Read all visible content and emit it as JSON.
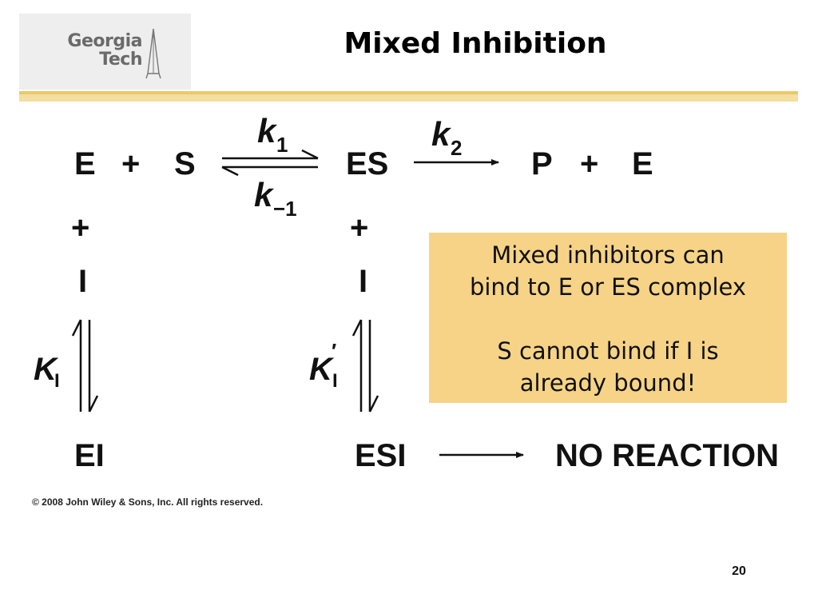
{
  "header": {
    "logo_line1": "Georgia",
    "logo_line2": "Tech",
    "title": "Mixed Inhibition"
  },
  "reaction": {
    "row1": {
      "e": "E",
      "plus1": "+",
      "s": "S",
      "es": "ES",
      "p": "P",
      "plus2": "+",
      "e2": "E"
    },
    "k1": {
      "base": "k",
      "sub": "1"
    },
    "k_minus1": {
      "base": "k",
      "sub": "−1"
    },
    "k2": {
      "base": "k",
      "sub": "2"
    },
    "left_plus": "+",
    "left_inhibitor": "I",
    "right_plus": "+",
    "right_inhibitor": "I",
    "KI": {
      "base": "K",
      "sub": "I"
    },
    "KI_prime": {
      "base": "K",
      "prime": "′",
      "sub": "I"
    },
    "ei": "EI",
    "esi": "ESI",
    "no_reaction": "NO REACTION"
  },
  "callout": {
    "line1": "Mixed inhibitors can",
    "line2": "bind to E or ES complex",
    "line3": "S cannot bind if I is",
    "line4": "already bound!",
    "color": "#f6d386"
  },
  "footer": {
    "copyright": "© 2008 John Wiley & Sons, Inc. All rights reserved.",
    "page_number": "20"
  },
  "colors": {
    "accent_rule": "#e9c968",
    "accent_rule_light": "#f4dea0",
    "logo_bg": "#eeeeee"
  }
}
